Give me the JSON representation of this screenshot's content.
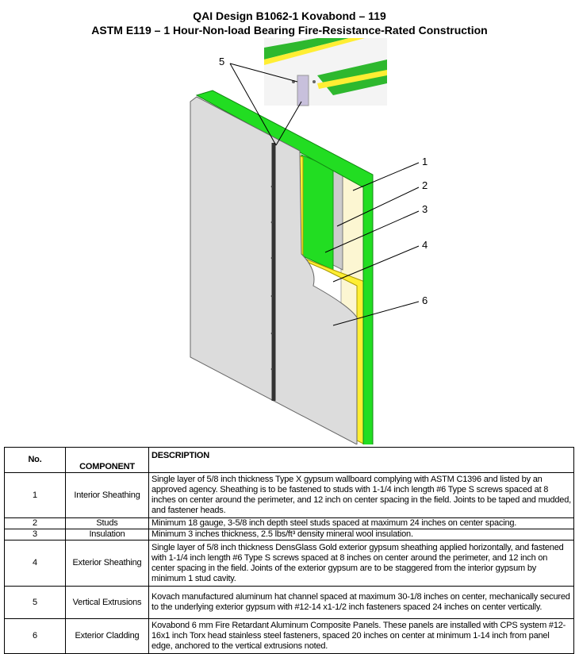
{
  "title": "QAI Design B1062-1 Kovabond – 119",
  "subtitle": "ASTM E119 – 1 Hour-Non-load Bearing Fire-Resistance-Rated Construction",
  "diagram": {
    "callouts": [
      "1",
      "2",
      "3",
      "4",
      "5",
      "6"
    ]
  },
  "table": {
    "headers": [
      "No.",
      "COMPONENT",
      "DESCRIPTION"
    ],
    "rows": [
      {
        "no": "1",
        "component": "Interior Sheathing",
        "description": "Single layer of 5/8 inch thickness Type X gypsum wallboard complying with ASTM C1396 and listed by an approved agency.  Sheathing is to be fastened to studs with 1-1/4 inch length #6 Type S screws spaced at 8 inches on center around the perimeter, and 12 inch on center spacing in the field.  Joints to be taped and mudded, and fastener heads."
      },
      {
        "no": "2",
        "component": "Studs",
        "description": "Minimum 18 gauge, 3-5/8 inch depth steel studs spaced at maximum 24 inches on center spacing."
      },
      {
        "no": "3",
        "component": "Insulation",
        "description": "Minimum 3 inches thickness, 2.5 lbs/ft³ density mineral wool insulation."
      },
      {
        "no": "4",
        "component": "Exterior Sheathing",
        "description": "Single layer of 5/8 inch thickness DensGlass Gold exterior gypsum sheathing applied horizontally, and fastened with 1-1/4 inch length #6 Type S screws spaced at 8 inches on center around the perimeter, and 12 inch on center spacing in the field.  Joints of the exterior gypsum are to be staggered from the interior gypsum by minimum 1 stud cavity."
      },
      {
        "no": "5",
        "component": "Vertical Extrusions",
        "description": "Kovach manufactured aluminum hat channel spaced at maximum 30-1/8 inches on center, mechanically secured to the underlying exterior gypsum with #12-14 x1-1/2 inch fasteners spaced 24 inches on center vertically."
      },
      {
        "no": "6",
        "component": "Exterior Cladding",
        "description": "Kovabond 6 mm Fire Retardant Aluminum Composite Panels.  These panels are installed with CPS system #12-16x1 inch Torx head stainless steel fasteners, spaced 20 inches on center at minimum 1-14 inch from panel edge, anchored to the vertical extrusions noted."
      }
    ]
  }
}
